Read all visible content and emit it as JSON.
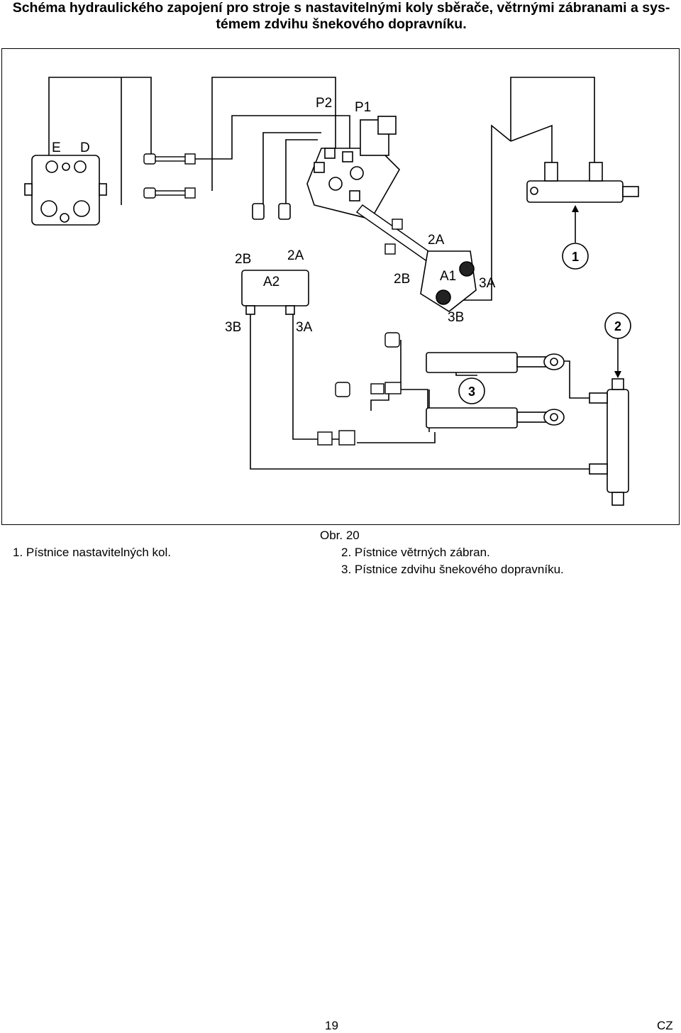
{
  "title": {
    "line1": "Schéma hydraulického zapojení pro stroje s nastavitelnými koly sběrače, větrnými zábranami a sys-",
    "line2": "témem zdvihu šnekového dopravníku."
  },
  "figure": {
    "labels": {
      "e": "E",
      "d": "D",
      "p2": "P2",
      "p1": "P1",
      "a2_2b": "2B",
      "a2_2a": "2A",
      "a2": "A2",
      "a2_3b": "3B",
      "a2_3a": "3A",
      "a1_2a": "2A",
      "a1_2b": "2B",
      "a1": "A1",
      "a1_3a": "3A",
      "a1_3b": "3B"
    },
    "callouts": {
      "c1": "1",
      "c2": "2",
      "c3": "3"
    }
  },
  "caption": {
    "figure_no": "Obr. 20",
    "item1": "1.  Pístnice nastavitelných kol.",
    "item2": "2.  Pístnice větrných zábran.",
    "item3": "3.  Pístnice zdvihu šnekového dopravníku."
  },
  "footer": {
    "page_number": "19",
    "language": "CZ"
  }
}
